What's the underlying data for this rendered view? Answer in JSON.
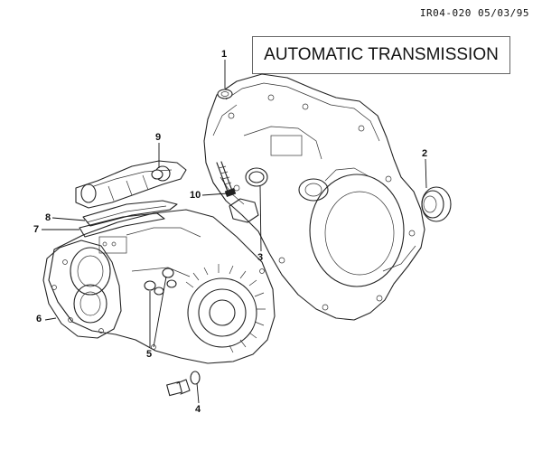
{
  "header": {
    "reference": "IR04-020 05/03/95",
    "title": "AUTOMATIC TRANSMISSION"
  },
  "callouts": [
    "1",
    "2",
    "3",
    "4",
    "5",
    "6",
    "7",
    "8",
    "9",
    "10"
  ]
}
